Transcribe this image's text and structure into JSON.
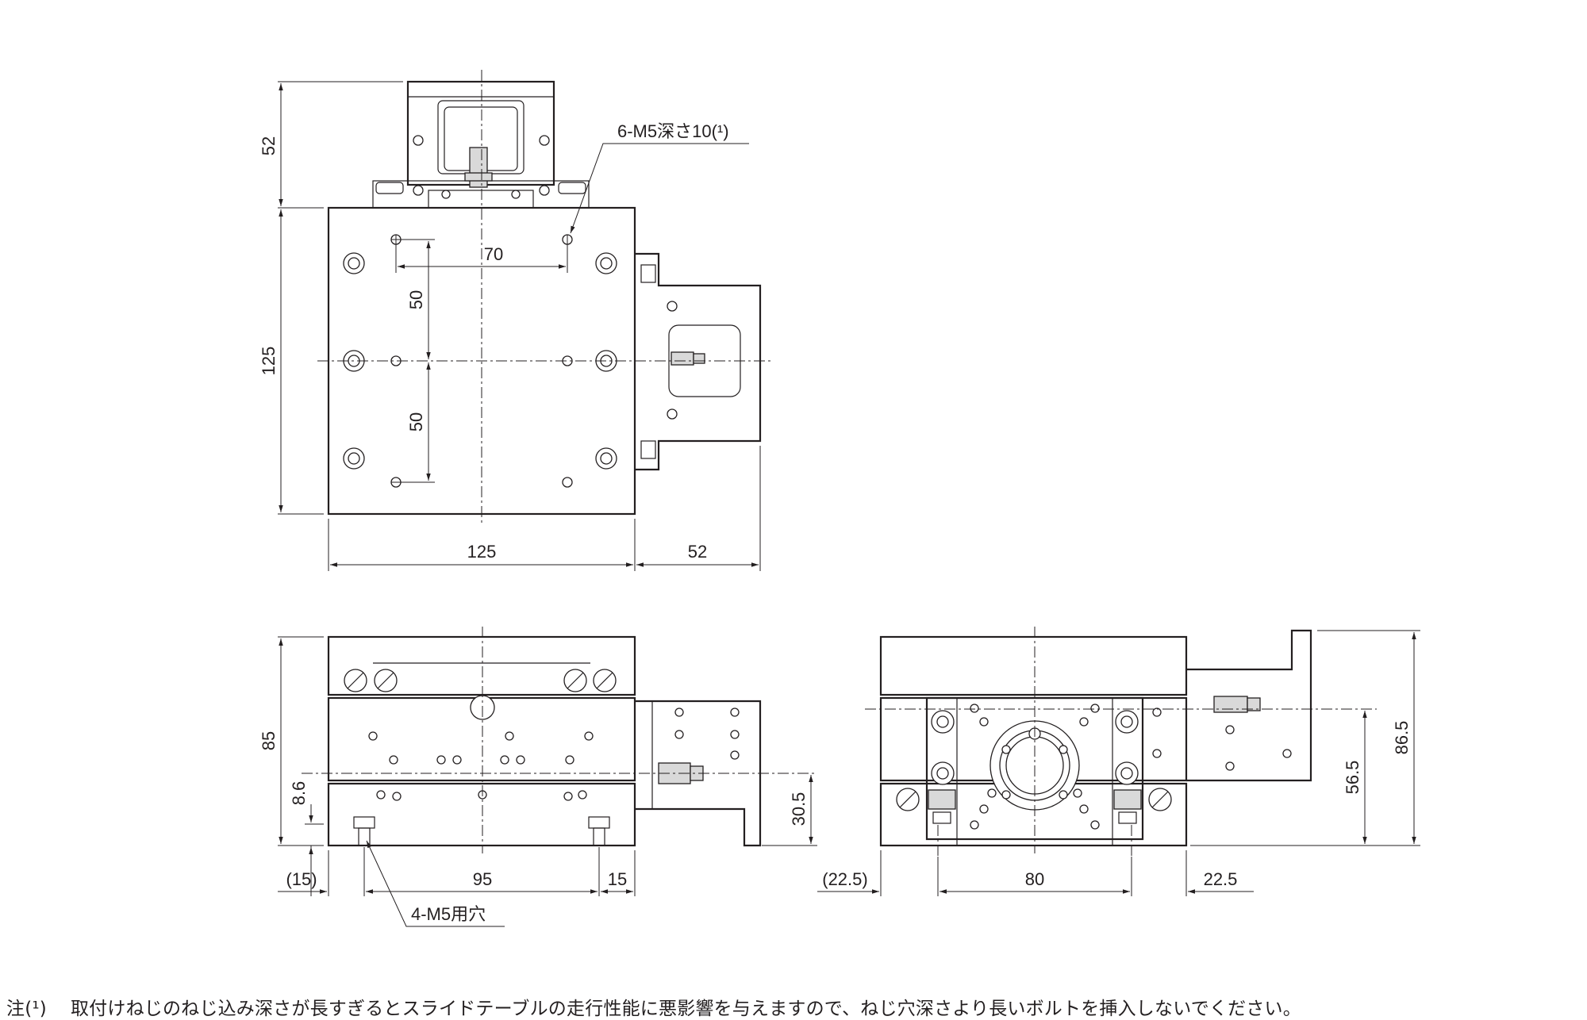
{
  "top_view": {
    "dims": {
      "height_upper": "52",
      "height_main": "125",
      "width_main": "125",
      "width_side": "52",
      "pitch_x": "70",
      "pitch_y_upper": "50",
      "pitch_y_lower": "50"
    },
    "callout": "6-M5深さ10(¹)"
  },
  "front_view": {
    "dims": {
      "height_total": "85",
      "base_height": "8.6",
      "offset_left": "(15)",
      "pitch": "95",
      "offset_right": "15",
      "axis_height": "30.5"
    },
    "callout": "4-M5用穴"
  },
  "side_view": {
    "dims": {
      "offset_left": "(22.5)",
      "pitch": "80",
      "offset_right": "22.5",
      "axis_height": "56.5",
      "height_total": "86.5"
    }
  },
  "footnote": {
    "marker": "注(¹)",
    "text": "取付けねじのねじ込み深さが長すぎるとスライドテーブルの走行性能に悪影響を与えますので、ねじ穴深さより長いボルトを挿入しないでください。"
  }
}
